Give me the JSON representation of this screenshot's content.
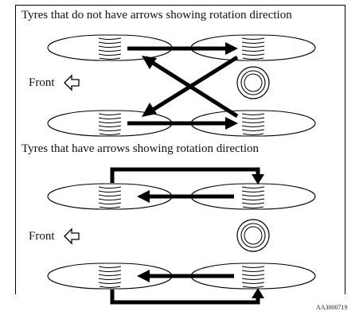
{
  "section_top": {
    "heading": "Tyres that do not have arrows showing rotation direction",
    "front_label": "Front"
  },
  "section_bottom": {
    "heading": "Tyres that have arrows showing rotation direction",
    "front_label": "Front"
  },
  "figure_code": "AA3000719",
  "icons": {
    "tyre": "tyre-icon",
    "spare_tyre": "spare-tyre-icon",
    "front_direction": "left-arrow-outline-icon"
  },
  "colors": {
    "ink": "#000000",
    "tyre_fill": "#ffffff",
    "arrow": "#000000"
  }
}
